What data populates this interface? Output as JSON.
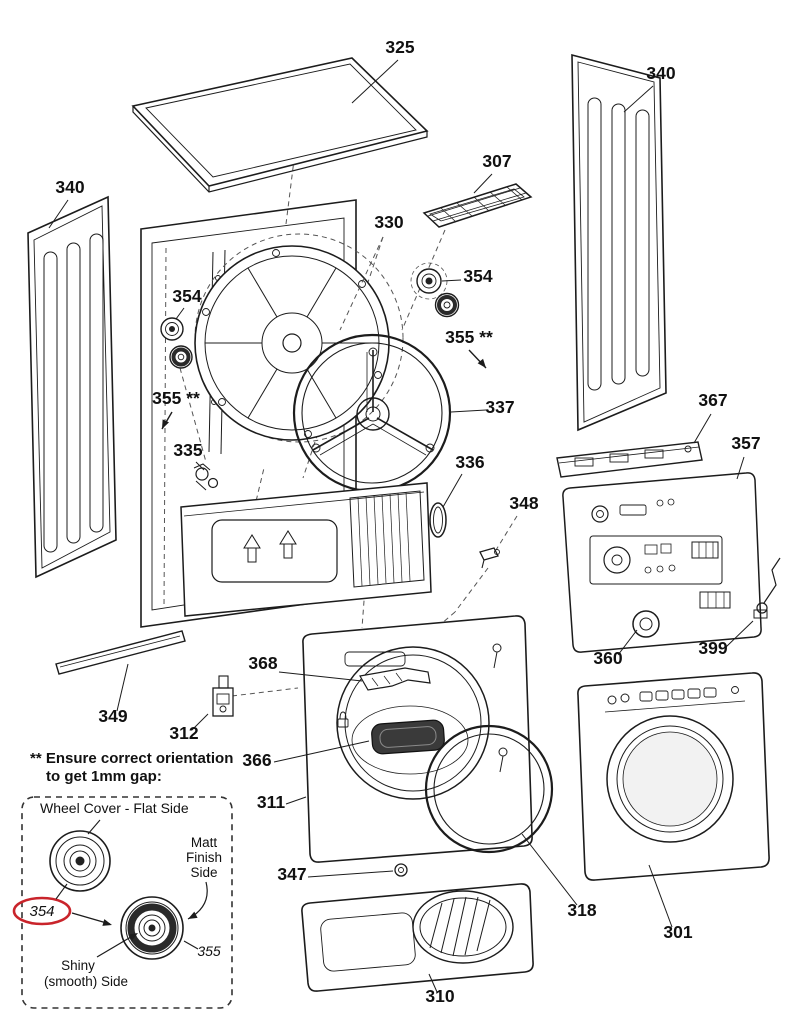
{
  "parts": {
    "p325": "325",
    "p340": "340",
    "p307": "307",
    "p330": "330",
    "p354": "354",
    "p355_note": "355 **",
    "p335": "335",
    "p337": "337",
    "p336": "336",
    "p348": "348",
    "p367": "367",
    "p357": "357",
    "p360": "360",
    "p399": "399",
    "p349": "349",
    "p312": "312",
    "p368": "368",
    "p366": "366",
    "p311": "311",
    "p347": "347",
    "p318": "318",
    "p301": "301",
    "p310": "310"
  },
  "inset": {
    "heading_line1": "** Ensure correct orientation",
    "heading_line2": "to get 1mm gap:",
    "wheel_cover_label": "Wheel Cover - Flat Side",
    "matt_line1": "Matt",
    "matt_line2": "Finish",
    "matt_line3": "Side",
    "part_354": "354",
    "part_355": "355",
    "shiny_line1": "Shiny",
    "shiny_line2": "(smooth) Side"
  },
  "colors": {
    "highlight_red": "#c9242b",
    "line": "#1c1c1c"
  }
}
